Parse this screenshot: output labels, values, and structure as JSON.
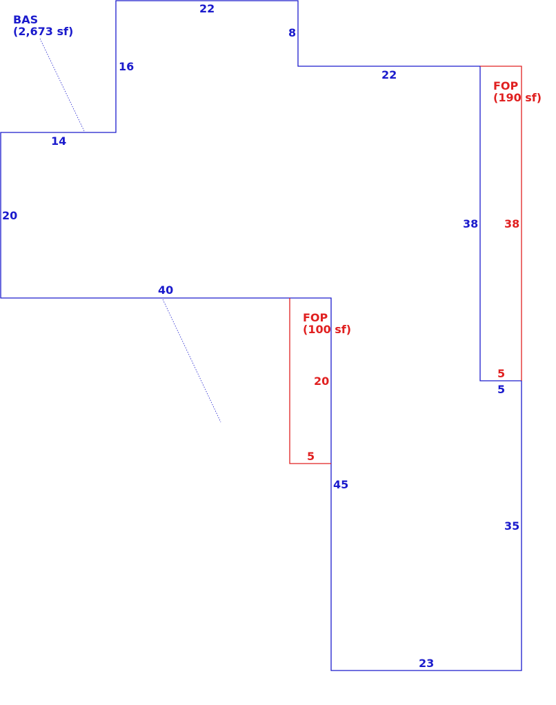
{
  "bas": {
    "name": "BAS",
    "area": "(2,673 sf)"
  },
  "fop_right": {
    "name": "FOP",
    "area": "(190 sf)",
    "side": "38",
    "bottom": "5"
  },
  "fop_center": {
    "name": "FOP",
    "area": "(100 sf)",
    "side": "20",
    "bottom": "5"
  },
  "bas_dimensions": {
    "top": "22",
    "top_step_right": "8",
    "upper_right_run": "22",
    "left_step": "16",
    "left_ledge": "14",
    "left_side": "20",
    "middle_ledge": "40",
    "right_upper": "38",
    "notch": "5",
    "right_lower": "35",
    "inner_left": "45",
    "bottom": "23"
  },
  "colors": {
    "bas": "#1a1acc",
    "fop": "#e02020"
  }
}
